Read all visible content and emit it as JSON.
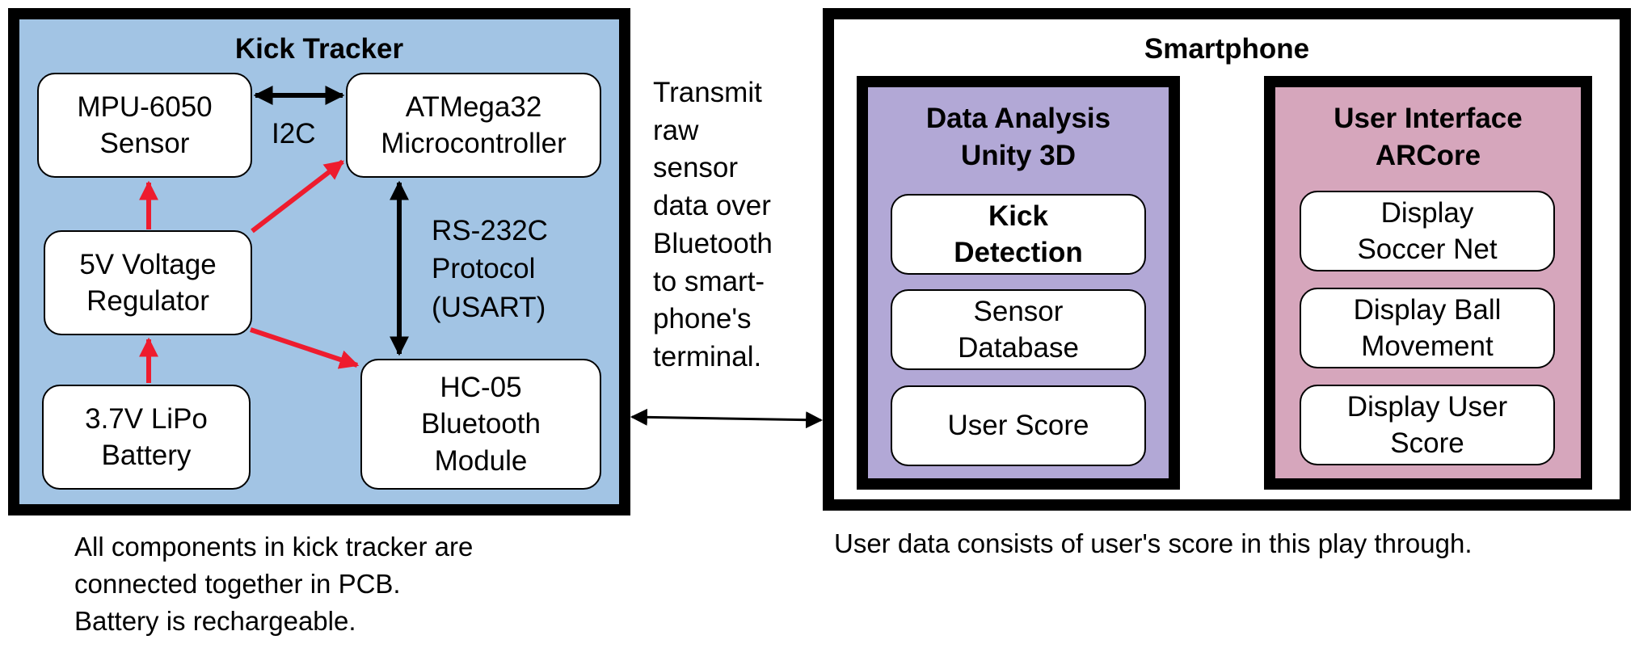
{
  "kick_tracker": {
    "title": "Kick Tracker",
    "mpu_sensor": "MPU-6050\nSensor",
    "microcontroller": "ATMega32\nMicrocontroller",
    "voltage_regulator": "5V Voltage\nRegulator",
    "battery": "3.7V LiPo\nBattery",
    "bluetooth_module": "HC-05\nBluetooth\nModule",
    "i2c_label": "I2C",
    "rs232_label": "RS-232C\nProtocol\n(USART)",
    "note": "All components in kick tracker are\nconnected together in PCB.\nBattery is rechargeable."
  },
  "transmit_label": "Transmit\nraw\nsensor\ndata over\nBluetooth\nto smart-\nphone's\nterminal.",
  "smartphone": {
    "title": "Smartphone",
    "data_analysis": {
      "title": "Data Analysis\nUnity 3D",
      "items": [
        "Kick\nDetection",
        "Sensor\nDatabase",
        "User Score"
      ]
    },
    "user_interface": {
      "title": "User Interface\nARCore",
      "items": [
        "Display\nSoccer Net",
        "Display Ball\nMovement",
        "Display User\nScore"
      ]
    },
    "note": "User data consists of user's score in this play through."
  },
  "colors": {
    "kick_tracker_bg": "#a2c4e4",
    "data_analysis_bg": "#b2a8d6",
    "user_interface_bg": "#d6a6bc",
    "power_arrow": "#ee1c2e",
    "data_arrow": "#000000"
  }
}
